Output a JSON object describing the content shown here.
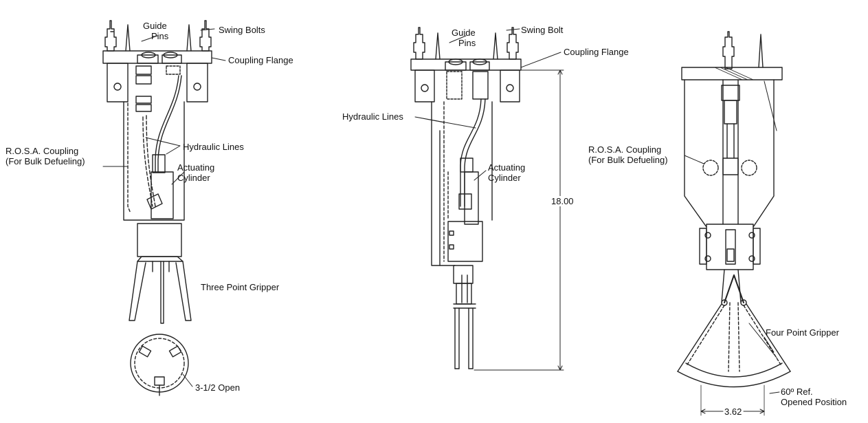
{
  "left_view": {
    "guide_pins": [
      "Guide",
      "Pins"
    ],
    "swing_bolts": "Swing Bolts",
    "coupling_flange": "Coupling Flange",
    "hydraulic_lines": "Hydraulic Lines",
    "rosa_coupling": [
      "R.O.S.A. Coupling",
      "(For Bulk Defueling)"
    ],
    "actuating_cylinder": [
      "Actuating",
      "Cylinder"
    ],
    "three_point_gripper": "Three Point Gripper",
    "open_dimension": "3-1/2 Open"
  },
  "middle_view": {
    "guide_pins": [
      "Guide",
      "Pins"
    ],
    "swing_bolt": "Swing Bolt",
    "coupling_flange": "Coupling Flange",
    "hydraulic_lines": "Hydraulic Lines",
    "actuating_cylinder": [
      "Actuating",
      "Cylinder"
    ],
    "height_dimension": "18.00"
  },
  "right_view": {
    "rosa_coupling": [
      "R.O.S.A. Coupling",
      "(For Bulk Defueling)"
    ],
    "four_point_gripper": "Four Point Gripper",
    "angle_ref": [
      "60º Ref.",
      "Opened Position"
    ],
    "width_dimension": "3.62"
  }
}
